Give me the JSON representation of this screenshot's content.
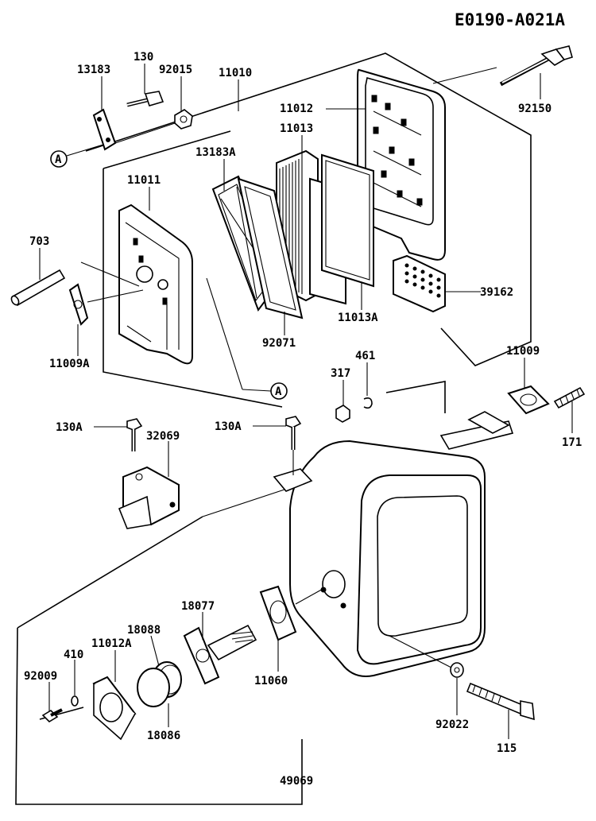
{
  "diagram_id": "E0190-A021A",
  "callout_letter": "A",
  "labels": {
    "p13183": "13183",
    "p130": "130",
    "p92015": "92015",
    "p11010": "11010",
    "p11012": "11012",
    "p11013": "11013",
    "p13183A": "13183A",
    "p11011": "11011",
    "p92150": "92150",
    "p703": "703",
    "p39162": "39162",
    "p11013A": "11013A",
    "p92071": "92071",
    "p11009A": "11009A",
    "p11009": "11009",
    "p317": "317",
    "p461": "461",
    "p171": "171",
    "p130A_left": "130A",
    "p32069": "32069",
    "p130A_center": "130A",
    "p18077": "18077",
    "p18088": "18088",
    "p11012A": "11012A",
    "p410": "410",
    "p92009": "92009",
    "p11060": "11060",
    "p18086": "18086",
    "p92022": "92022",
    "p115": "115",
    "p49069": "49069"
  }
}
